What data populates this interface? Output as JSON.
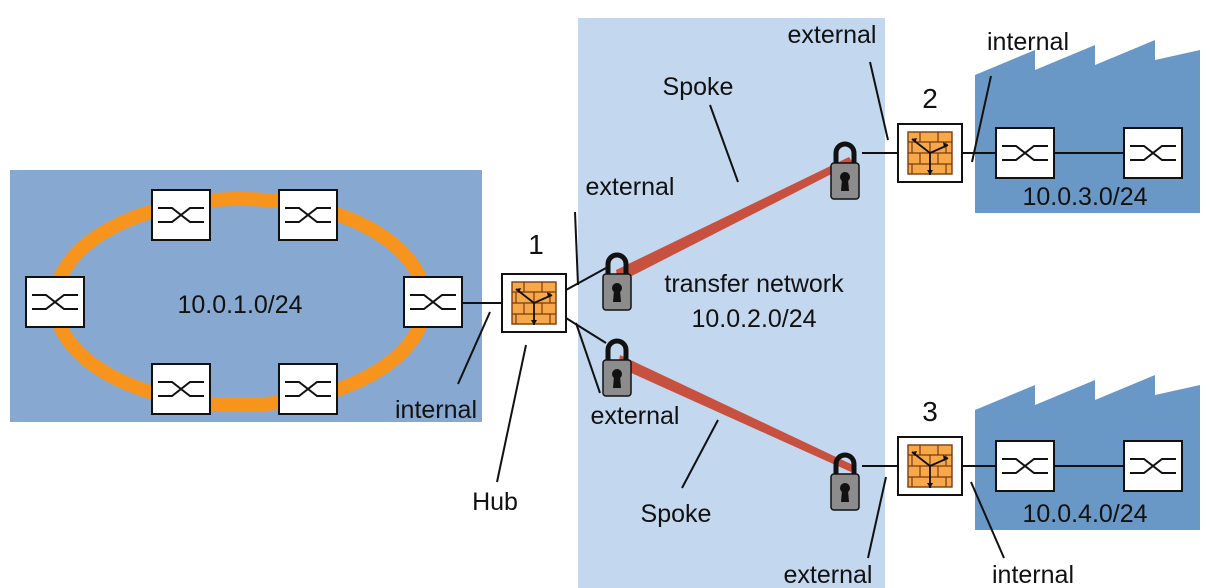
{
  "nodes": {
    "hub": {
      "number": "1",
      "role_label": "Hub"
    },
    "spoke_2": {
      "number": "2"
    },
    "spoke_3": {
      "number": "3"
    }
  },
  "networks": {
    "hub_lan": {
      "subnet": "10.0.1.0/24"
    },
    "transfer": {
      "title": "transfer network",
      "subnet": "10.0.2.0/24"
    },
    "site_2": {
      "subnet": "10.0.3.0/24"
    },
    "site_3": {
      "subnet": "10.0.4.0/24"
    }
  },
  "labels": {
    "spoke_upper": "Spoke",
    "spoke_lower": "Spoke",
    "hub_external_upper": "external",
    "hub_external_lower": "external",
    "hub_internal": "internal",
    "r2_external": "external",
    "r2_internal": "internal",
    "r3_external": "external",
    "r3_internal": "internal"
  },
  "colors": {
    "hub_lan_bg": "#87a9d1",
    "transfer_bg": "#c3d7ef",
    "site_bg": "#6a98c6",
    "ring": "#f7941d",
    "tunnel": "#c8503f",
    "firewall_brick": "#f7a94a",
    "lock_body": "#8c8c8c"
  },
  "icons": {
    "switch": "switch-icon",
    "firewall": "firewall-router-icon",
    "lock": "padlock-icon"
  }
}
